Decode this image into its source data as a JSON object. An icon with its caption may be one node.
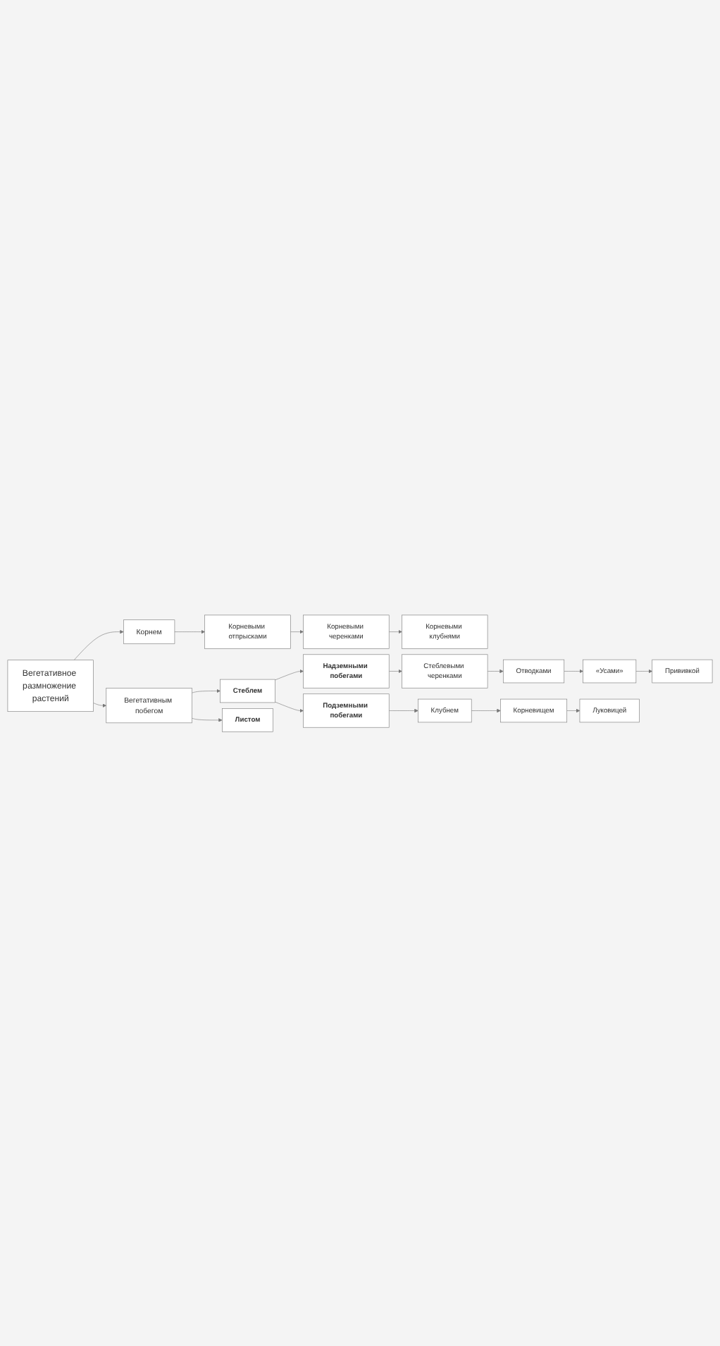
{
  "diagram": {
    "nodes": [
      {
        "text": [
          "Вегетативное размножение растений"
        ]
      },
      {
        "text": [
          "Корнем"
        ]
      },
      {
        "text": [
          "Корневыми отпрысками"
        ]
      },
      {
        "text": [
          "Корневыми черенками"
        ]
      },
      {
        "text": [
          "Корневыми клубнями"
        ]
      },
      {
        "text": [
          "Вегетативным побегом"
        ]
      },
      {
        "text": [
          "Стеблем"
        ]
      },
      {
        "text": [
          "Листом"
        ]
      },
      {
        "text": [
          "Надземными побегами"
        ]
      },
      {
        "text": [
          "Подземными побегами"
        ]
      },
      {
        "text": [
          "Стеблевыми черенками"
        ]
      },
      {
        "text": [
          "Отводками"
        ]
      },
      {
        "text": [
          "«Усами»"
        ]
      },
      {
        "text": [
          "Прививкой"
        ]
      },
      {
        "text": [
          "Клубнем"
        ]
      },
      {
        "text": [
          "Корневищем"
        ]
      },
      {
        "text": [
          "Луковицей"
        ]
      }
    ],
    "edges": [
      {
        "from": 0,
        "to": 1,
        "arrow": "to"
      },
      {
        "from": 0,
        "to": 5,
        "arrow": "to"
      },
      {
        "from": 1,
        "to": 2,
        "arrow": "to"
      },
      {
        "from": 2,
        "to": 3,
        "arrow": "to"
      },
      {
        "from": 3,
        "to": 4,
        "arrow": "to"
      },
      {
        "from": 5,
        "to": 6,
        "arrow": "to"
      },
      {
        "from": 5,
        "to": 7,
        "arrow": "to"
      },
      {
        "from": 6,
        "to": 8,
        "arrow": "to"
      },
      {
        "from": 6,
        "to": 9,
        "arrow": "to"
      },
      {
        "from": 8,
        "to": 10,
        "arrow": "to"
      },
      {
        "from": 10,
        "to": 11,
        "arrow": "to"
      },
      {
        "from": 11,
        "to": 12,
        "arrow": "to"
      },
      {
        "from": 12,
        "to": 13,
        "arrow": "to"
      },
      {
        "from": 9,
        "to": 14,
        "arrow": "to"
      },
      {
        "from": 14,
        "to": 15,
        "arrow": "to"
      },
      {
        "from": 15,
        "to": 16,
        "arrow": "to"
      }
    ]
  }
}
